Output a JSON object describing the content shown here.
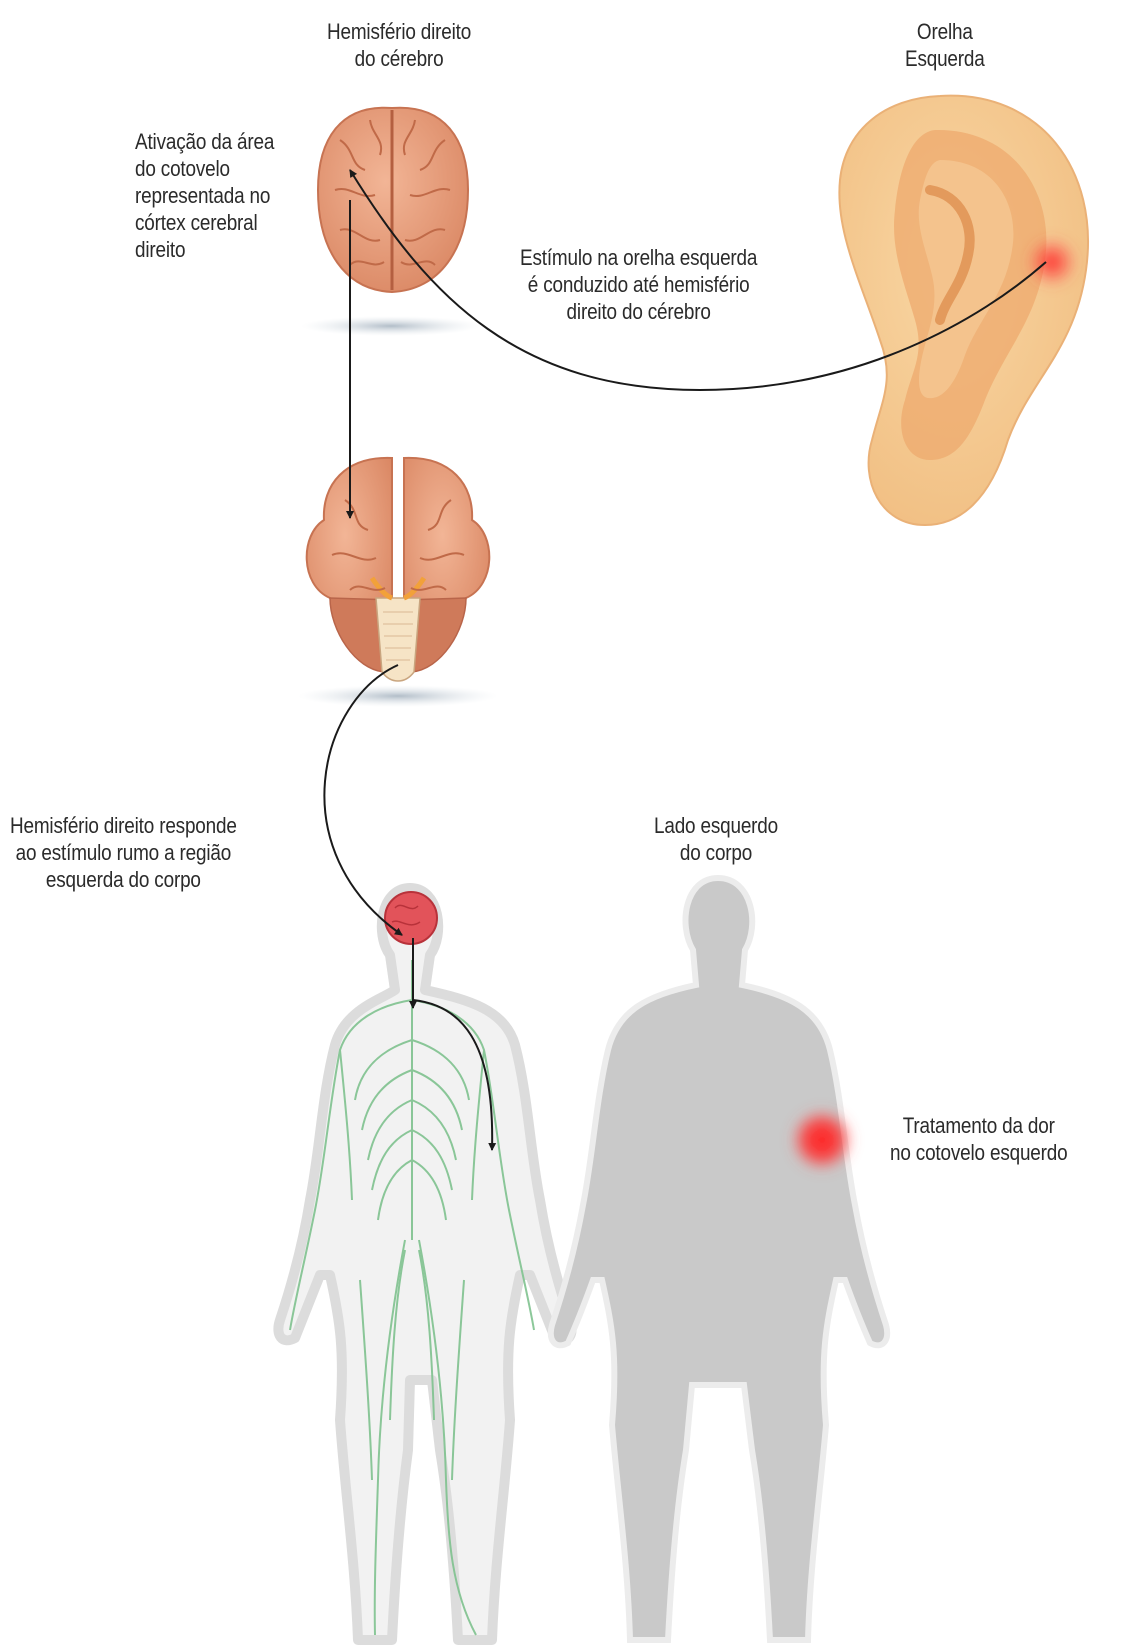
{
  "labels": {
    "brain_title": [
      "Hemisfério direito",
      "do cérebro"
    ],
    "ear_title": [
      "Orelha",
      "Esquerda"
    ],
    "activation": [
      "Ativação da área",
      "do cotovelo",
      "representada no",
      "córtex cerebral",
      "direito"
    ],
    "stimulus": [
      "Estímulo na orelha esquerda",
      "é conduzido até hemisfério",
      "direito do cérebro"
    ],
    "response": [
      "Hemisfério direito responde",
      "ao estímulo rumo a região",
      "esquerda do corpo"
    ],
    "left_side": [
      "Lado esquerdo",
      "do corpo"
    ],
    "treatment": [
      "Tratamento da dor",
      "no cotovelo esquerdo"
    ]
  },
  "colors": {
    "brain": "#e9a07f",
    "brain_dark": "#c8714f",
    "ear": "#f6c98e",
    "ear_inner": "#e9a066",
    "nerves": "#7fc28f",
    "body_gray": "#c9c9c9",
    "pain": "#ff2a2a",
    "arrow": "#1a1a1a"
  },
  "icons": [
    "brain-top-view-icon",
    "brain-front-view-icon",
    "ear-icon",
    "nervous-system-body-icon",
    "human-silhouette-icon"
  ]
}
